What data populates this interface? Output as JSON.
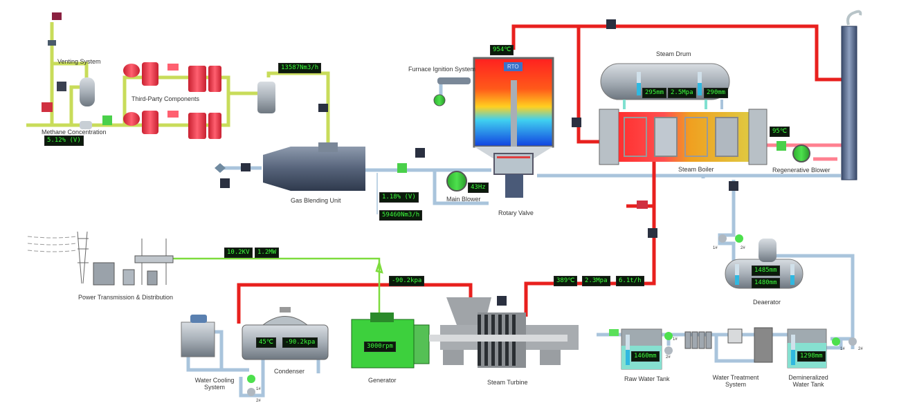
{
  "title": "Gas Power Generation Process Flow",
  "labels": {
    "venting": "Venting System",
    "third_party": "Third-Party Components",
    "methane": "Methane Concentration",
    "gas_blending": "Gas Blending Unit",
    "main_blower": "Main Blower",
    "rotary_valve": "Rotary Valve",
    "furnace_ignition": "Furnace Ignition System",
    "rto": "RTO",
    "steam_drum": "Steam Drum",
    "steam_boiler": "Steam Boiler",
    "regen_blower": "Regenerative Blower",
    "power": "Power Transmission & Distribution",
    "water_cooling": "Water Cooling System",
    "condenser": "Condenser",
    "generator": "Generator",
    "steam_turbine": "Steam Turbine",
    "raw_water": "Raw Water Tank",
    "water_treatment": "Water Treatment System",
    "demin_tank": "Demineralized Water Tank",
    "deaerator": "Deaerator"
  },
  "readings": {
    "methane_conc": "5.12% (V)",
    "gas_flow": "13587Nm3/h",
    "mix_conc": "1.18% (V)",
    "mix_flow": "59460Nm3/h",
    "blower_freq": "43Hz",
    "furnace_temp": "954℃",
    "drum_level_left": "295mm",
    "drum_pressure": "2.5Mpa",
    "drum_level_right": "290mm",
    "exhaust_temp": "95℃",
    "voltage": "10.2KV",
    "power": "1.2MW",
    "vacuum": "-90.2kpa",
    "steam_temp": "389℃",
    "steam_pressure": "2.3Mpa",
    "steam_flow": "6.1t/h",
    "condenser_temp": "45℃",
    "condenser_vacuum": "-90.2kpa",
    "generator_speed": "3000rpm",
    "deaerator_level_1": "1485mm",
    "deaerator_level_2": "1480mm",
    "raw_water_level": "1460mm",
    "demin_water_level": "1298mm"
  },
  "pump_tags": {
    "p1": "1#",
    "p2": "2#"
  },
  "colors": {
    "gas_pipe": "#c8dc5a",
    "air_pipe": "#a9c4dc",
    "steam_pipe": "#e8201e",
    "power_line": "#7ddc3c",
    "display_bg": "#0b1a0b",
    "display_text": "#3dff3d"
  }
}
